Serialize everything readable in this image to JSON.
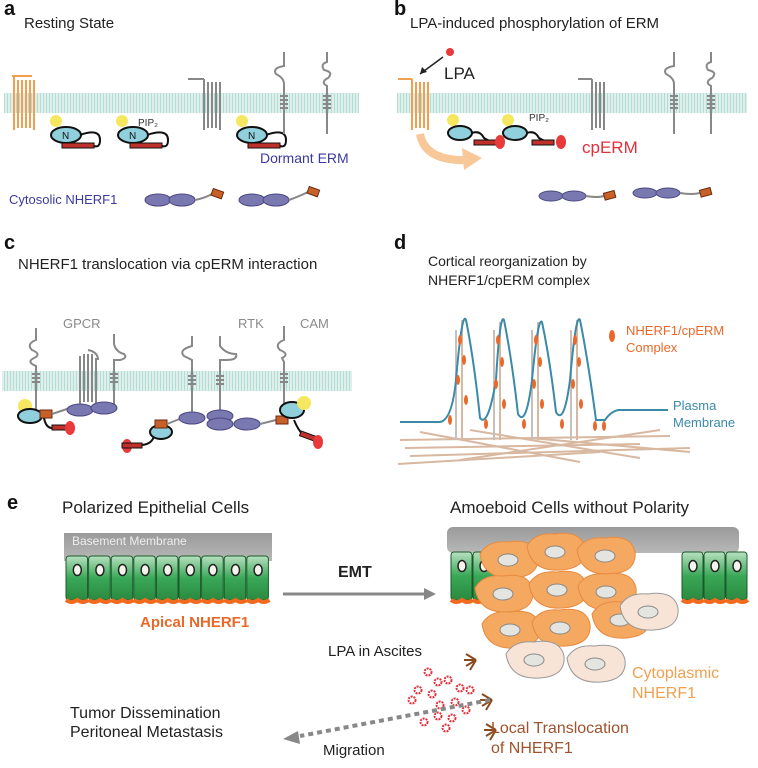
{
  "figure": {
    "panels": {
      "a": {
        "letter": "a",
        "title": "Resting State",
        "pip2_label": "PIP₂",
        "dormant_label": "Dormant ERM",
        "cytosolic_label": "Cytosolic NHERF1"
      },
      "b": {
        "letter": "b",
        "title": "LPA-induced phosphorylation of ERM",
        "lpa_label": "LPA",
        "pip2_label": "PIP₂",
        "cperm_label": "cpERM"
      },
      "c": {
        "letter": "c",
        "title": "NHERF1 translocation via cpERM interaction",
        "receptor_labels": [
          "GPCR",
          "RTK",
          "CAM"
        ]
      },
      "d": {
        "letter": "d",
        "title_line1": "Cortical reorganization by",
        "title_line2": "NHERF1/cpERM complex",
        "legend_line1": "NHERF1/cpERM",
        "legend_line2": "Complex",
        "membrane_line1": "Plasma",
        "membrane_line2": "Membrane"
      },
      "e": {
        "letter": "e",
        "left_title": "Polarized Epithelial Cells",
        "right_title": "Amoeboid Cells without Polarity",
        "basement_label": "Basement Membrane",
        "apical_label": "Apical NHERF1",
        "emt_label": "EMT",
        "lpa_ascites_label": "LPA in Ascites",
        "cytoplasmic_line1": "Cytoplasmic",
        "cytoplasmic_line2": "NHERF1",
        "local_line1": "Local Translocation",
        "local_line2": "of NHERF1",
        "outcome_line1": "Tumor Dissemination",
        "outcome_line2": "Peritoneal Metastasis",
        "migration_label": "Migration"
      }
    },
    "colors": {
      "membrane": "#cfe8e2",
      "membrane_line": "#8cc8ba",
      "gpcr_orange": "#f0a050",
      "receptor_gray": "#888888",
      "nherf_purple": "#7a78b0",
      "erm_cyan": "#8fd0dc",
      "erm_red": "#c0302a",
      "phospho_red": "#e83a3a",
      "plasma_blue": "#3a8aa8",
      "complex_orange": "#e8692a",
      "dormant_text": "#3a3aa0",
      "cperm_text": "#e0303a",
      "epithelial_green": "#3aa858",
      "amoeboid_orange": "#f4a860",
      "brown": "#a0522d"
    }
  }
}
